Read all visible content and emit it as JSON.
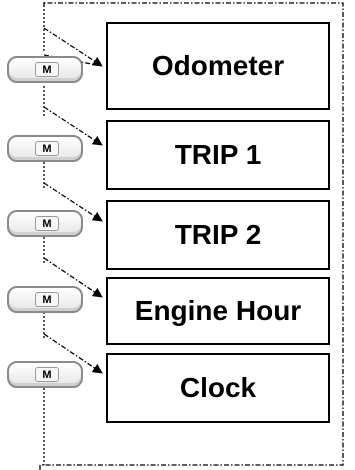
{
  "modes": [
    {
      "label": "Odometer",
      "button_label": "M"
    },
    {
      "label": "TRIP 1",
      "button_label": "M"
    },
    {
      "label": "TRIP 2",
      "button_label": "M"
    },
    {
      "label": "Engine Hour",
      "button_label": "M"
    },
    {
      "label": "Clock",
      "button_label": "M"
    }
  ],
  "colors": {
    "line": "#000000",
    "button_border": "#8a8a8a",
    "box_border": "#000000"
  }
}
